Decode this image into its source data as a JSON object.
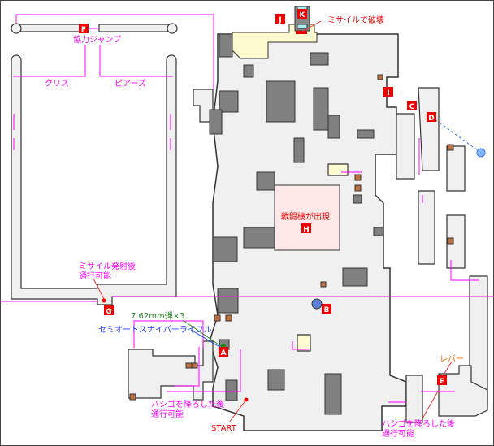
{
  "colors": {
    "floor": "#f0f0f0",
    "wall": "#333333",
    "block": "#808080",
    "crate": "#c07040",
    "highlight_yellow": "#fffbd0",
    "highlight_pink": "#ffe8e8",
    "route": "#ff00ff",
    "marker": "#ee0000"
  },
  "markers": {
    "a": "A",
    "b": "B",
    "c": "C",
    "d": "D",
    "e": "E",
    "f": "F",
    "g": "G",
    "h": "H",
    "i": "I",
    "j": "J",
    "k": "K"
  },
  "labels": {
    "coop_jump": "協力ジャンプ",
    "chris": "クリス",
    "piers": "ピアーズ",
    "after_missile_1": "ミサイル発射後",
    "after_missile_2": "通行可能",
    "ammo": "7.62mm弾×3",
    "sniper": "セミオートスナイパーライフル",
    "ladder_left_1": "ハシゴを降ろした後",
    "ladder_left_2": "通行可能",
    "start": "START",
    "missile_destroy": "ミサイルで破壊",
    "fighter_appears": "戦闘機が出現",
    "lever": "レバー",
    "ladder_right_1": "ハシゴを降ろした後",
    "ladder_right_2": "通行可能"
  }
}
